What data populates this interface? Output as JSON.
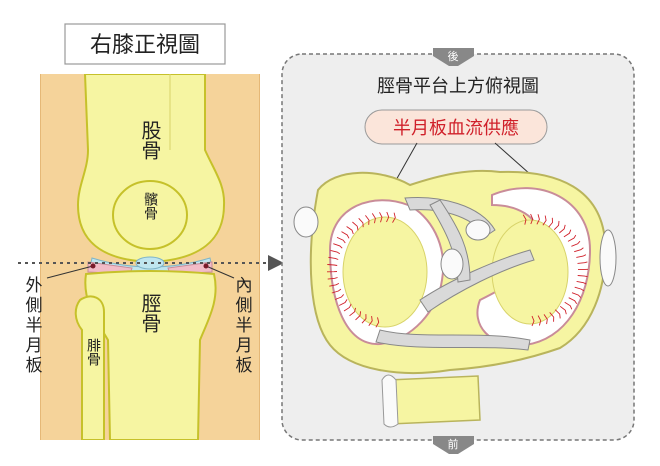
{
  "left_title": "右膝正視圖",
  "left_labels": {
    "femur": "股骨",
    "patella": "髕骨",
    "tibia": "脛骨",
    "fibula": "腓骨",
    "lateral_meniscus": [
      "外",
      "側",
      "半",
      "月",
      "板"
    ],
    "medial_meniscus": [
      "內",
      "側",
      "半",
      "月",
      "板"
    ]
  },
  "right_panel": {
    "back_label": "後",
    "front_label": "前",
    "title": "脛骨平台上方俯視圖",
    "highlight": "半月板血流供應"
  },
  "colors": {
    "bone": "#f6f5a2",
    "bone_outline": "#c6c12a",
    "muscle": "#f5d39a",
    "panel_bg": "#eeeeee",
    "highlight_bg": "#fbe5da",
    "accent_red": "#d0202a",
    "meniscus_pink": "#f2bcc7",
    "cartilage_blue": "#bfe6ef"
  }
}
